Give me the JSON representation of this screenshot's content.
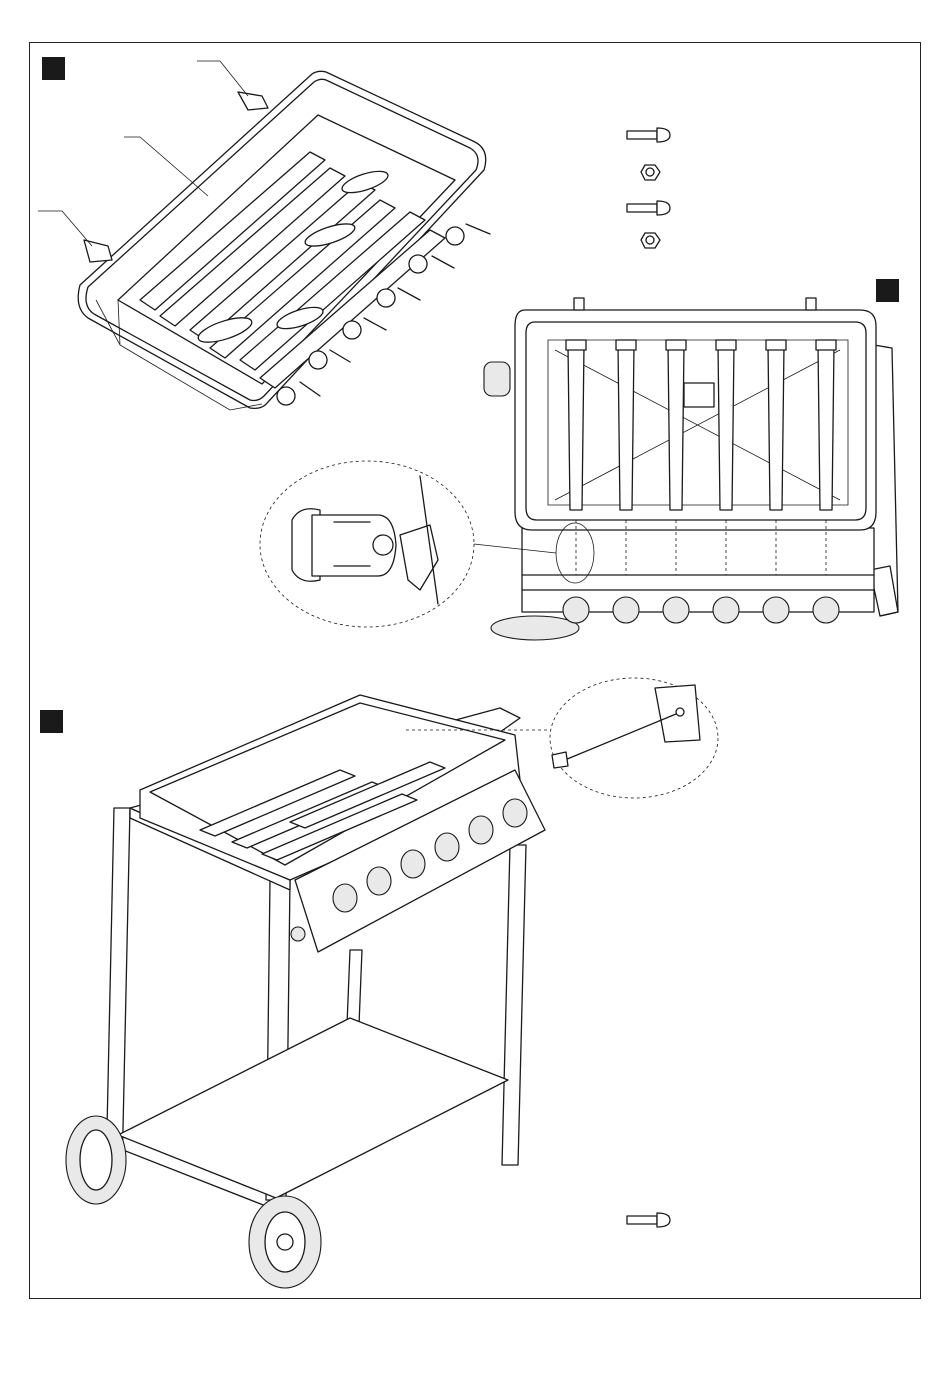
{
  "page": {
    "background": "#ffffff",
    "line_color": "#1a1a1a"
  },
  "steps": [
    {
      "name": "burner-installation-into-firebox"
    },
    {
      "name": "burner-alignment-with-valves"
    },
    {
      "name": "firebox-mounting-on-cart"
    }
  ],
  "hardware": {
    "step1": [
      "bolt-icon",
      "nut-icon",
      "bolt-icon",
      "nut-icon"
    ],
    "step3": [
      "bolt-icon"
    ]
  },
  "burner_count": 6
}
